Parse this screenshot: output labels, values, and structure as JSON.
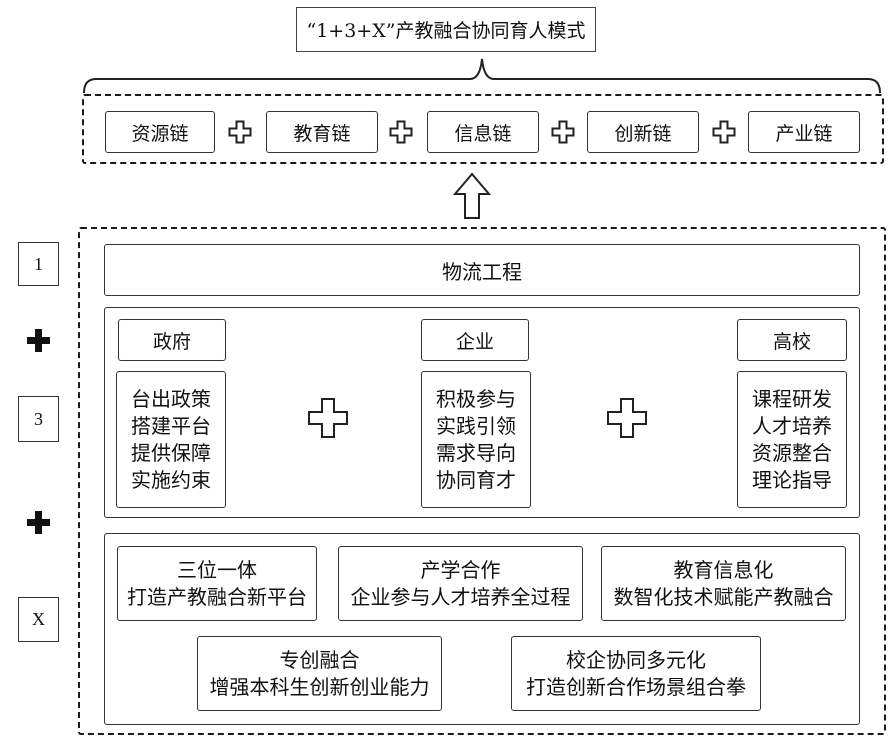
{
  "title": "“1+3+X”产教融合协同育人模式",
  "chains": [
    "资源链",
    "教育链",
    "信息链",
    "创新链",
    "产业链"
  ],
  "left_labels": {
    "one": "1",
    "three": "3",
    "x": "X"
  },
  "foundation": "物流工程",
  "actors": {
    "government": {
      "title": "政府",
      "lines": [
        "台出政策",
        "搭建平台",
        "提供保障",
        "实施约束"
      ]
    },
    "enterprise": {
      "title": "企业",
      "lines": [
        "积极参与",
        "实践引领",
        "需求导向",
        "协同育才"
      ]
    },
    "university": {
      "title": "高校",
      "lines": [
        "课程研发",
        "人才培养",
        "资源整合",
        "理论指导"
      ]
    }
  },
  "initiatives": [
    {
      "line1": "三位一体",
      "line2": "打造产教融合新平台"
    },
    {
      "line1": "产学合作",
      "line2": "企业参与人才培养全过程"
    },
    {
      "line1": "教育信息化",
      "line2": "数智化技术赋能产教融合"
    },
    {
      "line1": "专创融合",
      "line2": "增强本科生创新创业能力"
    },
    {
      "line1": "校企协同多元化",
      "line2": "打造创新合作场景组合拳"
    }
  ]
}
